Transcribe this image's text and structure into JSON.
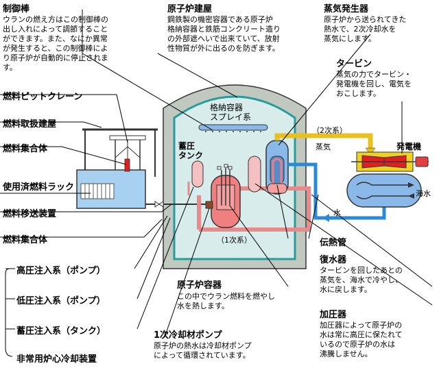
{
  "colors": {
    "building_fill": "#c0c8c0",
    "containment_fill": "#d8ecec",
    "containment_stroke": "#2a9a9a",
    "primary_loop": "#e88a8a",
    "primary_loop_light": "#f4c0c0",
    "secondary_steam": "#e8c020",
    "cooling_water": "#2a8ad8",
    "spent_fuel_water": "#a8d0f0",
    "generator_yellow": "#f0d020",
    "generator_red": "#e02020"
  },
  "sections": {
    "control_rod": {
      "title": "制御棒",
      "lines": [
        "ウランの燃え方はこの制御棒の",
        "出し入れによって調節すること",
        "ができます。また、なにか異常",
        "が発生すると、この制御棒によ",
        "り原子炉が自動的に停止されま",
        "す。"
      ]
    },
    "reactor_building": {
      "title": "原子炉建屋",
      "lines": [
        "鋼鉄製の機密容器である原子炉",
        "格納容器と鉄筋コンクリート造り",
        "の外部遮へいで出来ていて、放射",
        "性物質が外に出るのを防ぎます。"
      ]
    },
    "steam_generator": {
      "title": "蒸気発生器",
      "lines": [
        "原子炉から送られてきた",
        "熱水で、2次冷却水を",
        "蒸気にします。"
      ]
    },
    "turbine": {
      "title": "タービン",
      "lines": [
        "蒸気の力でタービン・",
        "発電機を回し、電気を",
        "おこします。"
      ]
    },
    "reactor_vessel": {
      "title": "原子炉容器",
      "lines": [
        "この中でウラン燃料を燃やし",
        "水を熱します。"
      ]
    },
    "condenser": {
      "title": "復水器",
      "lines": [
        "タービンを回したあとの",
        "蒸気を、海水で冷やし、",
        "水に戻します。"
      ]
    },
    "primary_pump": {
      "title": "1次冷却材ポンプ",
      "lines": [
        "原子炉の熱水は冷却材ポンプ",
        "によって循環されています。"
      ]
    },
    "pressurizer": {
      "title": "加圧器",
      "lines": [
        "加圧器によって原子炉の",
        "水は常に高圧に保たれて",
        "いるので原子炉の水は",
        "沸騰しません。"
      ]
    }
  },
  "left_labels": {
    "fuel_pit_crane": "燃料ピットクレーン",
    "fuel_handling_building": "燃料取扱建屋",
    "fuel_assembly_top": "燃料集合体",
    "spent_fuel_rack": "使用済燃料ラック",
    "fuel_transfer": "燃料移送装置",
    "fuel_assembly_bottom": "燃料集合体"
  },
  "eccs": {
    "items": [
      "高圧注入系（ポンプ）",
      "低圧注入系（ポンプ）",
      "蓄圧注入系（タンク）"
    ],
    "group_label": "非常用炉心冷却装置"
  },
  "diagram_labels": {
    "containment_spray": [
      "格納容器",
      "スプレイ系"
    ],
    "accumulator_tank": [
      "蓄圧",
      "タンク"
    ],
    "secondary_system": "（2次系）",
    "steam": "蒸気",
    "generator": "発電機",
    "seawater": "海水",
    "water": "水",
    "primary_system": "（1次系）",
    "heat_transfer_tube": "伝熱管"
  }
}
